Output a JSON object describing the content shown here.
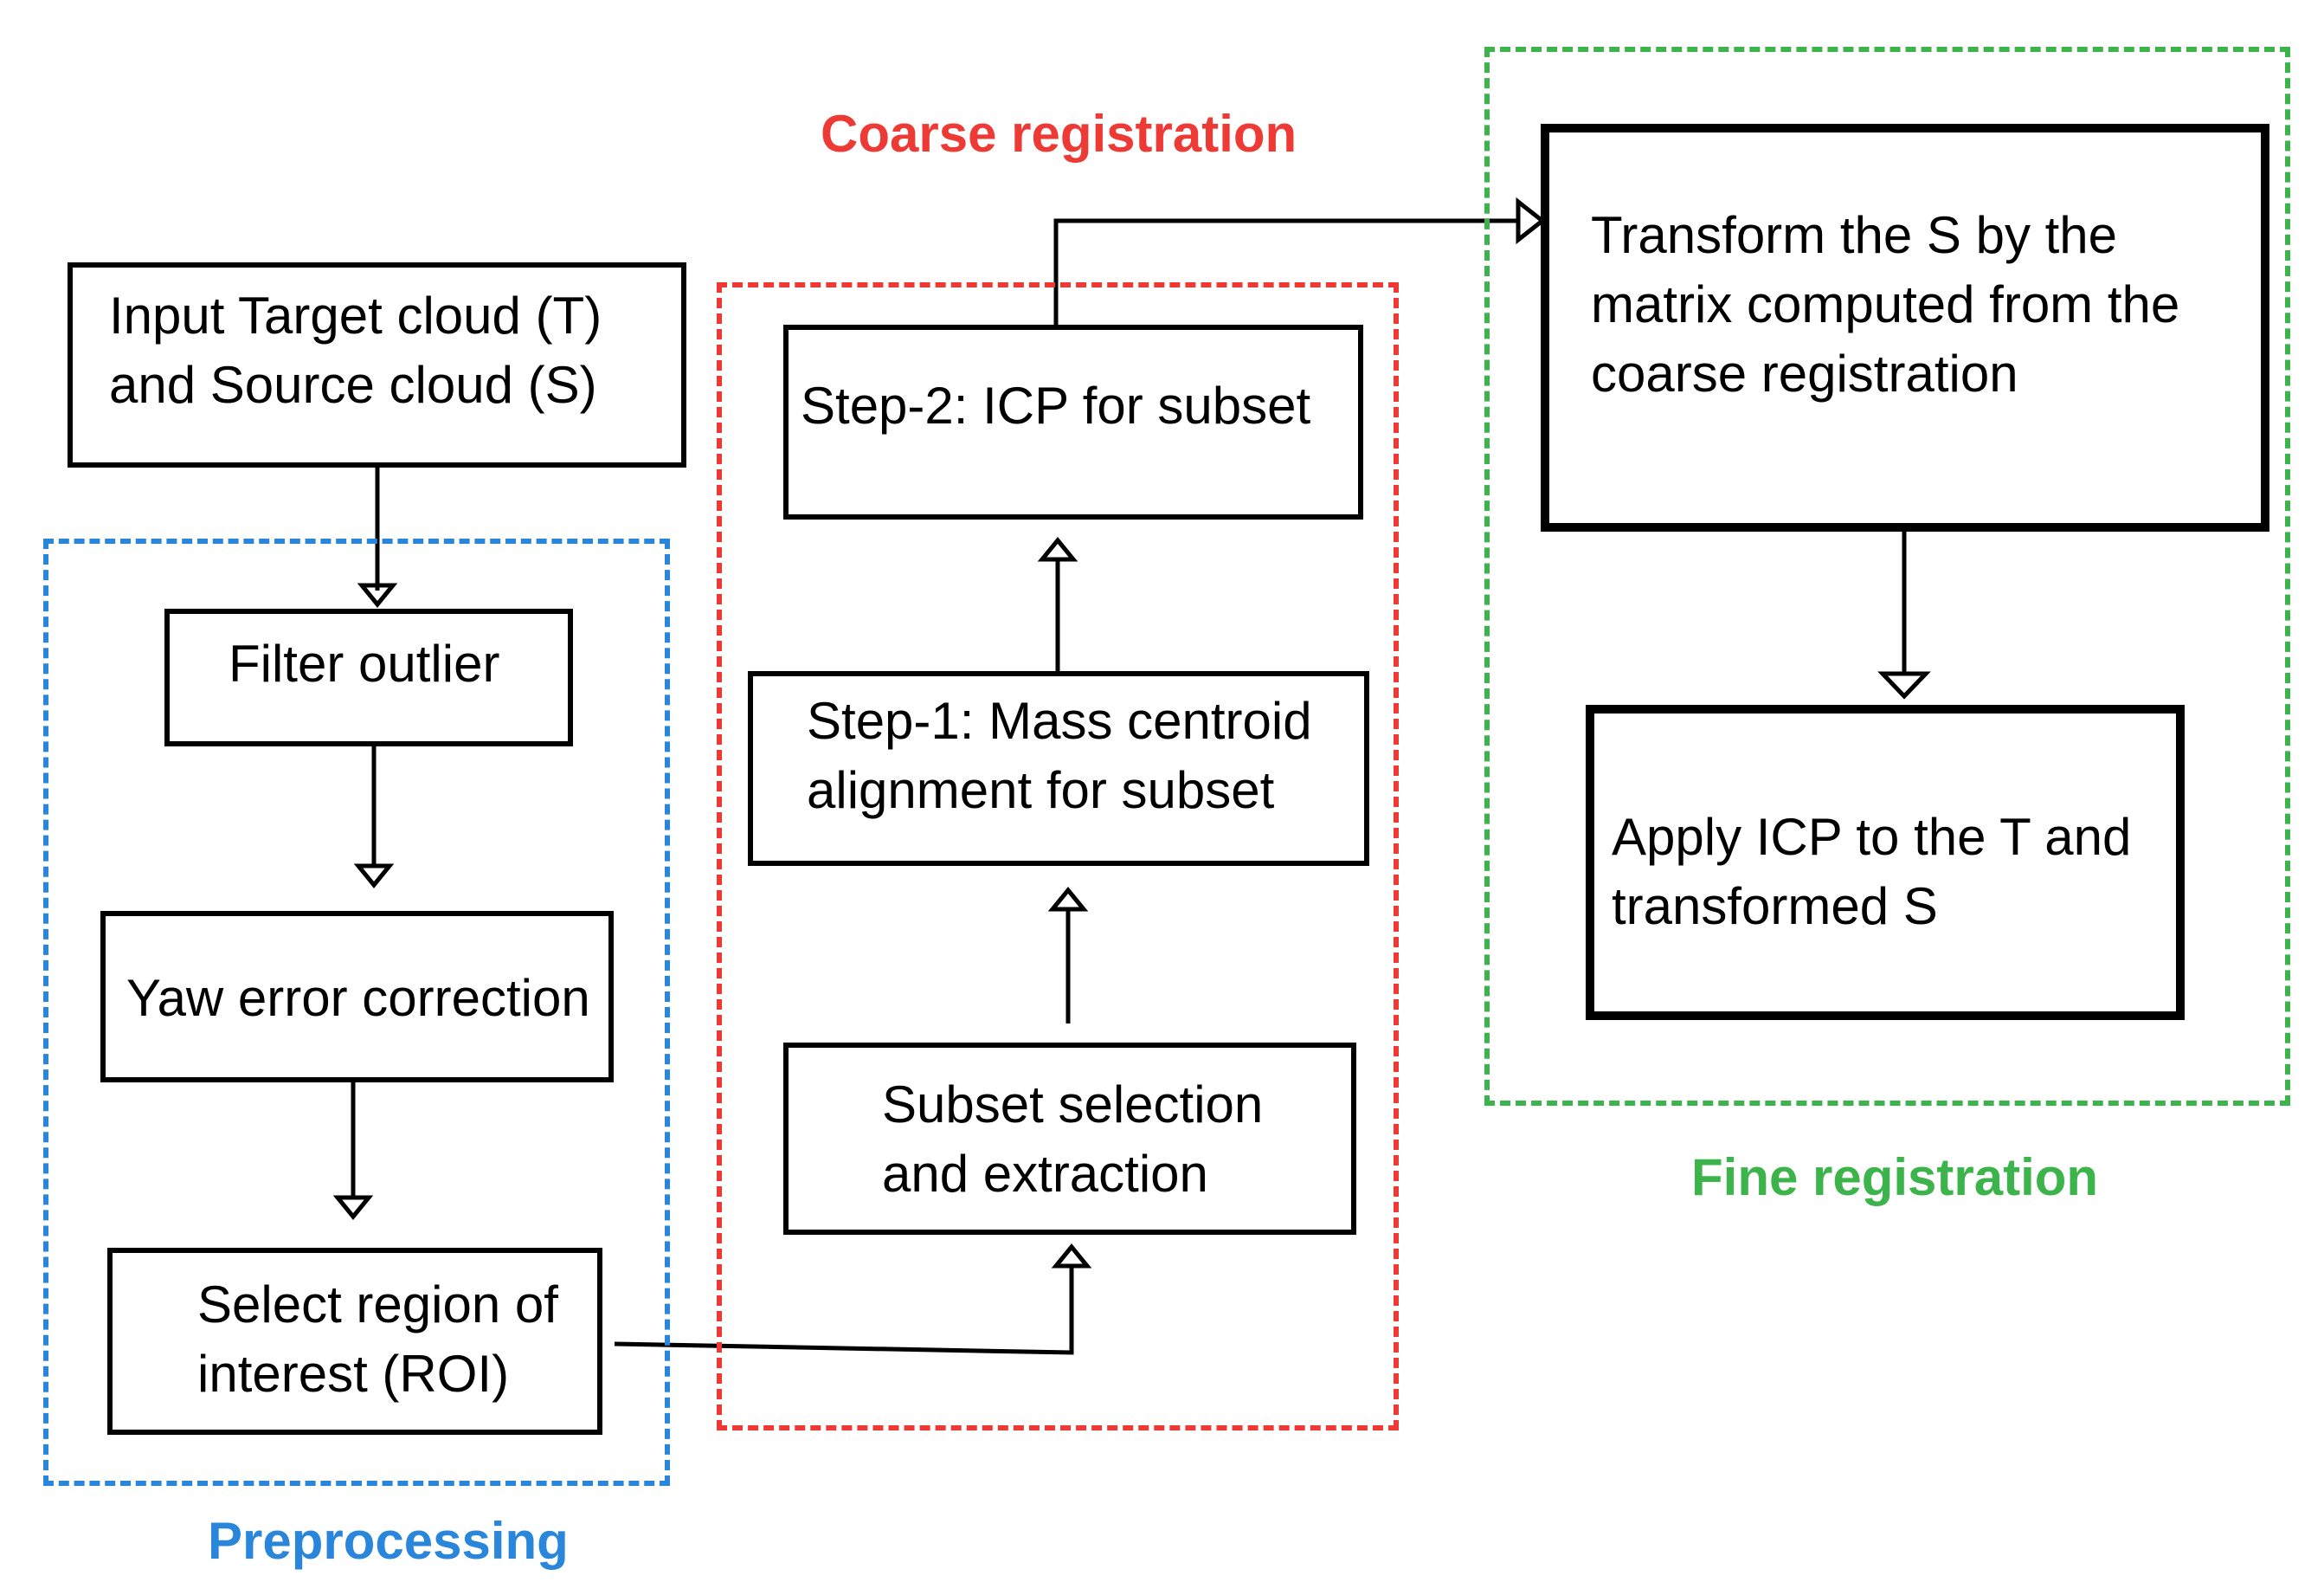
{
  "groups": {
    "preprocessing": {
      "label": "Preprocessing",
      "color": "#2a86db"
    },
    "coarse": {
      "label": "Coarse registration",
      "color": "#ee3a34"
    },
    "fine": {
      "label": "Fine registration",
      "color": "#3cb44b"
    }
  },
  "nodes": {
    "input": "Input Target cloud (T)\nand Source cloud (S)",
    "filter": "Filter outlier",
    "yaw": "Yaw error correction",
    "roi": "Select region of\ninterest (ROI)",
    "subset": "Subset selection\nand extraction",
    "step1": "Step-1: Mass centroid\nalignment for subset",
    "step2": "Step-2: ICP for subset",
    "transform": "Transform the S by the\nmatrix computed from the\ncoarse registration",
    "apply": "Apply ICP to the T and\ntransformed S"
  },
  "edges": [
    {
      "from": "input",
      "to": "filter"
    },
    {
      "from": "filter",
      "to": "yaw"
    },
    {
      "from": "yaw",
      "to": "roi"
    },
    {
      "from": "roi",
      "to": "subset"
    },
    {
      "from": "subset",
      "to": "step1"
    },
    {
      "from": "step1",
      "to": "step2"
    },
    {
      "from": "step2",
      "to": "transform"
    },
    {
      "from": "transform",
      "to": "apply"
    }
  ]
}
